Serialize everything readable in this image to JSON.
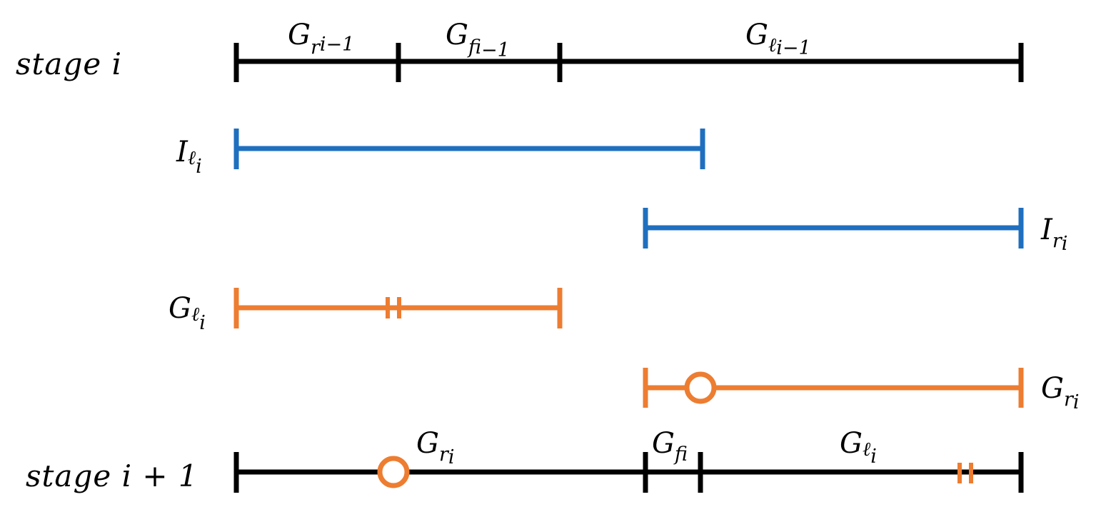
{
  "colors": {
    "black": "#000000",
    "blue": "#1f6fbf",
    "orange": "#ed7d31"
  },
  "stage_i": {
    "label": "stage i",
    "seg1": {
      "main": "G",
      "sub": "r",
      "subsub": "i−1"
    },
    "seg2": {
      "main": "G",
      "sub": "f",
      "subsub": "i−1"
    },
    "seg3": {
      "main": "G",
      "sub": "ℓ",
      "subsub": "i−1"
    }
  },
  "I_l": {
    "main": "I",
    "sub": "ℓ",
    "subsub": "i"
  },
  "I_r": {
    "main": "I",
    "sub": "r",
    "subsub": "i"
  },
  "G_l": {
    "main": "G",
    "sub": "ℓ",
    "subsub": "i"
  },
  "G_r": {
    "main": "G",
    "sub": "r",
    "subsub": "i"
  },
  "stage_i1": {
    "label": "stage i + 1",
    "seg1": {
      "main": "G",
      "sub": "r",
      "subsub": "i"
    },
    "seg2": {
      "main": "G",
      "sub": "f",
      "subsub": "i"
    },
    "seg3": {
      "main": "G",
      "sub": "ℓ",
      "subsub": "i"
    }
  }
}
